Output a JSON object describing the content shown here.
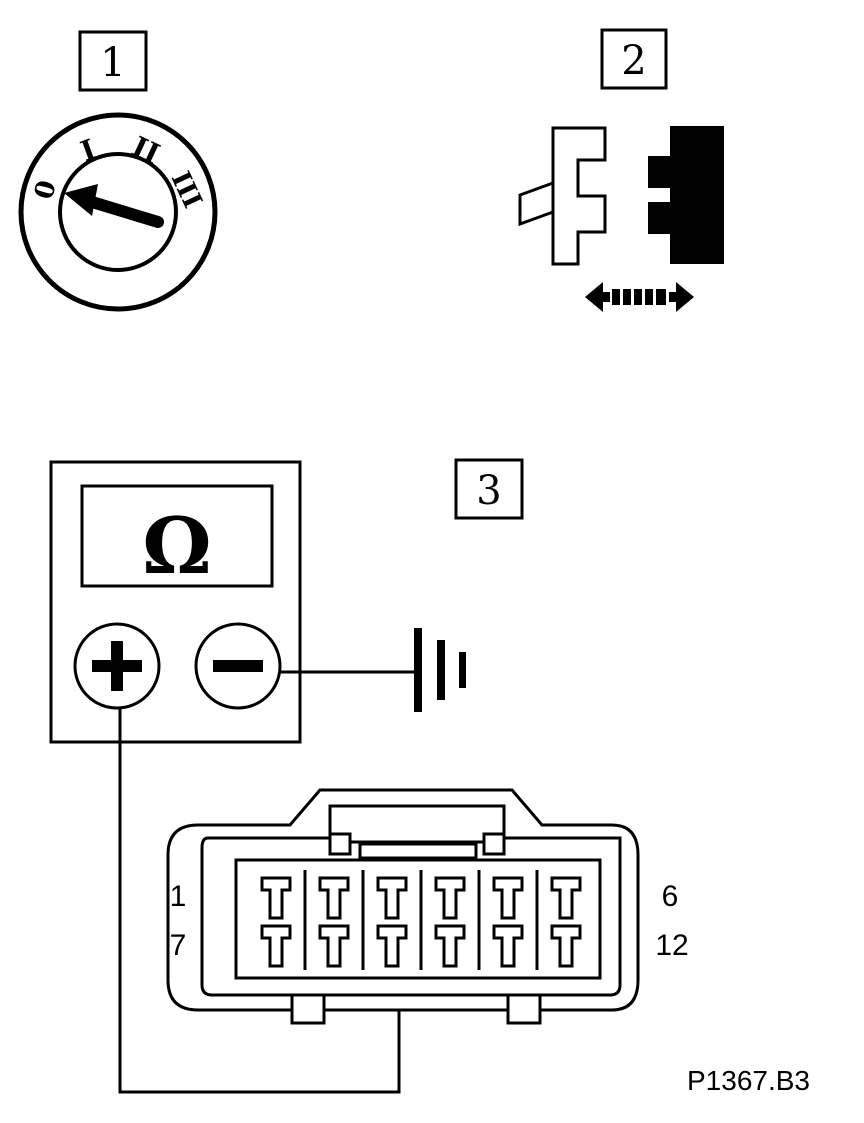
{
  "steps": [
    {
      "number": "1",
      "description_icon": "ignition-switch-icon"
    },
    {
      "number": "2",
      "description_icon": "connector-disconnect-icon"
    },
    {
      "number": "3",
      "description_icon": "ohmmeter-test-icon"
    }
  ],
  "ignition_positions": [
    "0",
    "I",
    "II",
    "III"
  ],
  "meter": {
    "symbol": "Ω",
    "positive_symbol": "+",
    "negative_symbol": "−"
  },
  "connector": {
    "pin_top_left": "1",
    "pin_top_right": "6",
    "pin_bottom_left": "7",
    "pin_bottom_right": "12",
    "rows": 2,
    "columns": 6,
    "probe_pin": 9
  },
  "reference": "P1367.B3",
  "colors": {
    "ink": "#000000",
    "paper": "#ffffff"
  }
}
